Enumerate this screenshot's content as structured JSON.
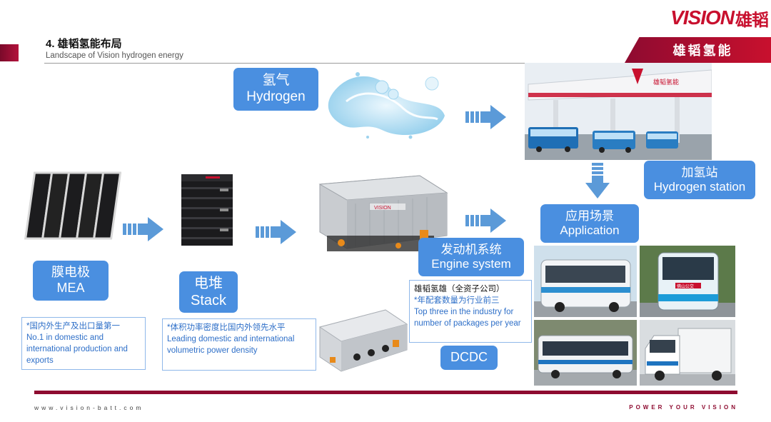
{
  "header": {
    "title": "4. 雄韬氢能布局",
    "subtitle": "Landscape of Vision hydrogen energy",
    "logo_latin": "VISION",
    "logo_cn": "雄韬",
    "banner": "雄韬氢能"
  },
  "nodes": {
    "hydrogen": {
      "cn": "氢气",
      "en": "Hydrogen"
    },
    "station": {
      "cn": "加氢站",
      "en": "Hydrogen station"
    },
    "application": {
      "cn": "应用场景",
      "en": "Application"
    },
    "mea": {
      "cn": "膜电极",
      "en": "MEA"
    },
    "stack": {
      "cn": "电堆",
      "en": "Stack"
    },
    "engine": {
      "cn": "发动机系统",
      "en": "Engine system"
    },
    "dcdc": {
      "label": "DCDC"
    }
  },
  "notes": {
    "mea": {
      "cn": "*国内外生产及出口量第一",
      "en": "No.1 in domestic and international production and exports"
    },
    "stack": {
      "cn": "*体积功率密度比国内外领先水平",
      "en": "Leading domestic and international volumetric power density"
    },
    "engine": {
      "title": "雄韬氢雄（全资子公司）",
      "cn": "*年配套数量为行业前三",
      "en": "Top three in the industry for number of packages per year"
    }
  },
  "station_sign": "雄韬氢能",
  "bus_sign": "佛山公交",
  "footer": {
    "website": "www.vision-batt.com",
    "slogan": "POWER YOUR VISION"
  },
  "colors": {
    "brand": "#c8102e",
    "label_blue": "#4a8fe0",
    "arrow_blue": "#5b9ad8"
  }
}
